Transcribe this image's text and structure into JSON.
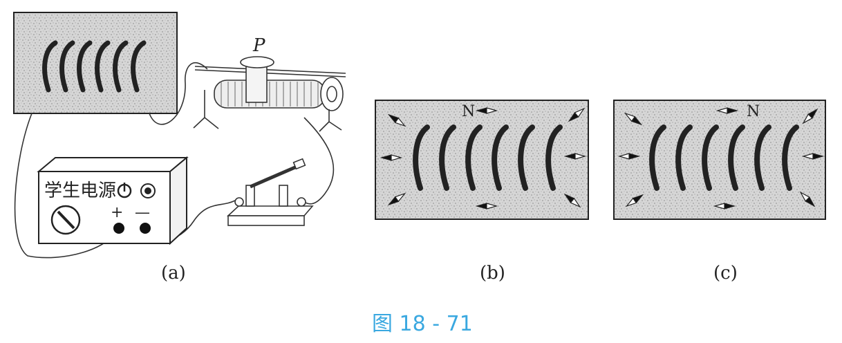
{
  "figure": {
    "caption": "图 18 - 71",
    "colors": {
      "caption": "#3aa8e0",
      "ink": "#222222",
      "field_bg": "#cfcfcf"
    }
  },
  "panel_a": {
    "label": "(a)",
    "power_supply": {
      "title": "学生电源",
      "plus": "+",
      "minus": "—",
      "icons": [
        "power-icon",
        "knob-icon"
      ]
    },
    "rheostat": {
      "slider_label": "P"
    }
  },
  "panel_b": {
    "label": "(b)",
    "north_label": "N"
  },
  "panel_c": {
    "label": "(c)",
    "north_label": "N"
  }
}
